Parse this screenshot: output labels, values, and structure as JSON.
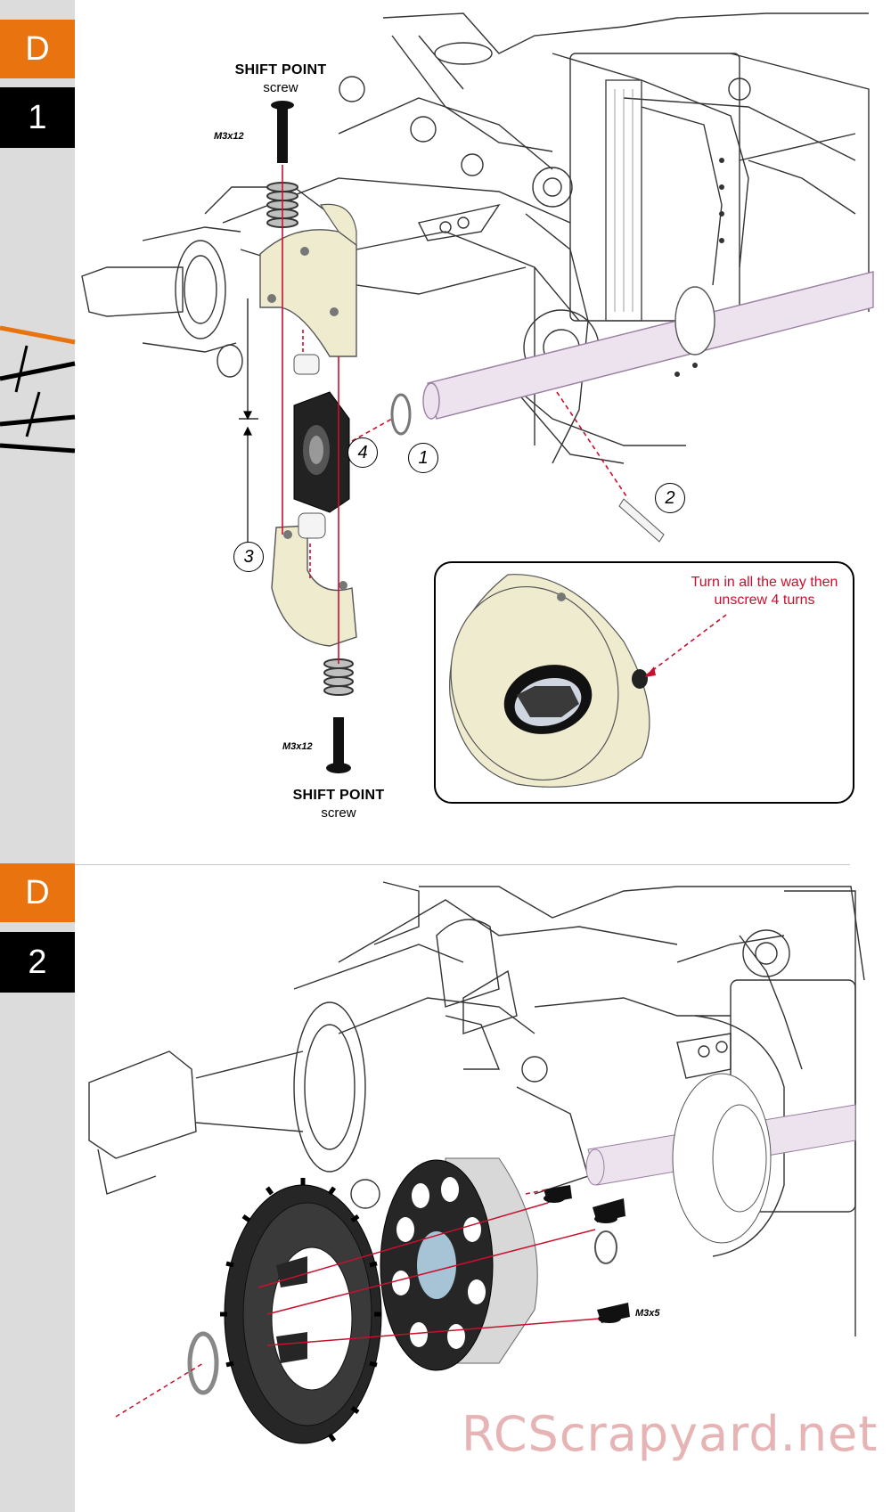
{
  "steps": [
    {
      "letter": "D",
      "number": "1"
    },
    {
      "letter": "D",
      "number": "2"
    }
  ],
  "colors": {
    "accent": "#e8730f",
    "dark": "#000000",
    "sidebar": "#dcdcdc",
    "note_red": "#c8102e",
    "part_cream": "#efebcf"
  },
  "step1": {
    "top_screw": {
      "title": "SHIFT POINT",
      "subtitle": "screw",
      "size": "M3x12"
    },
    "bottom_screw": {
      "title": "SHIFT POINT",
      "subtitle": "screw",
      "size": "M3x12"
    },
    "callouts": [
      "1",
      "2",
      "3",
      "4"
    ],
    "inset_note": "Turn in all the way then unscrew 4 turns"
  },
  "step2": {
    "screw_size": "M3x5"
  },
  "watermark": "RCScrapyard.net"
}
